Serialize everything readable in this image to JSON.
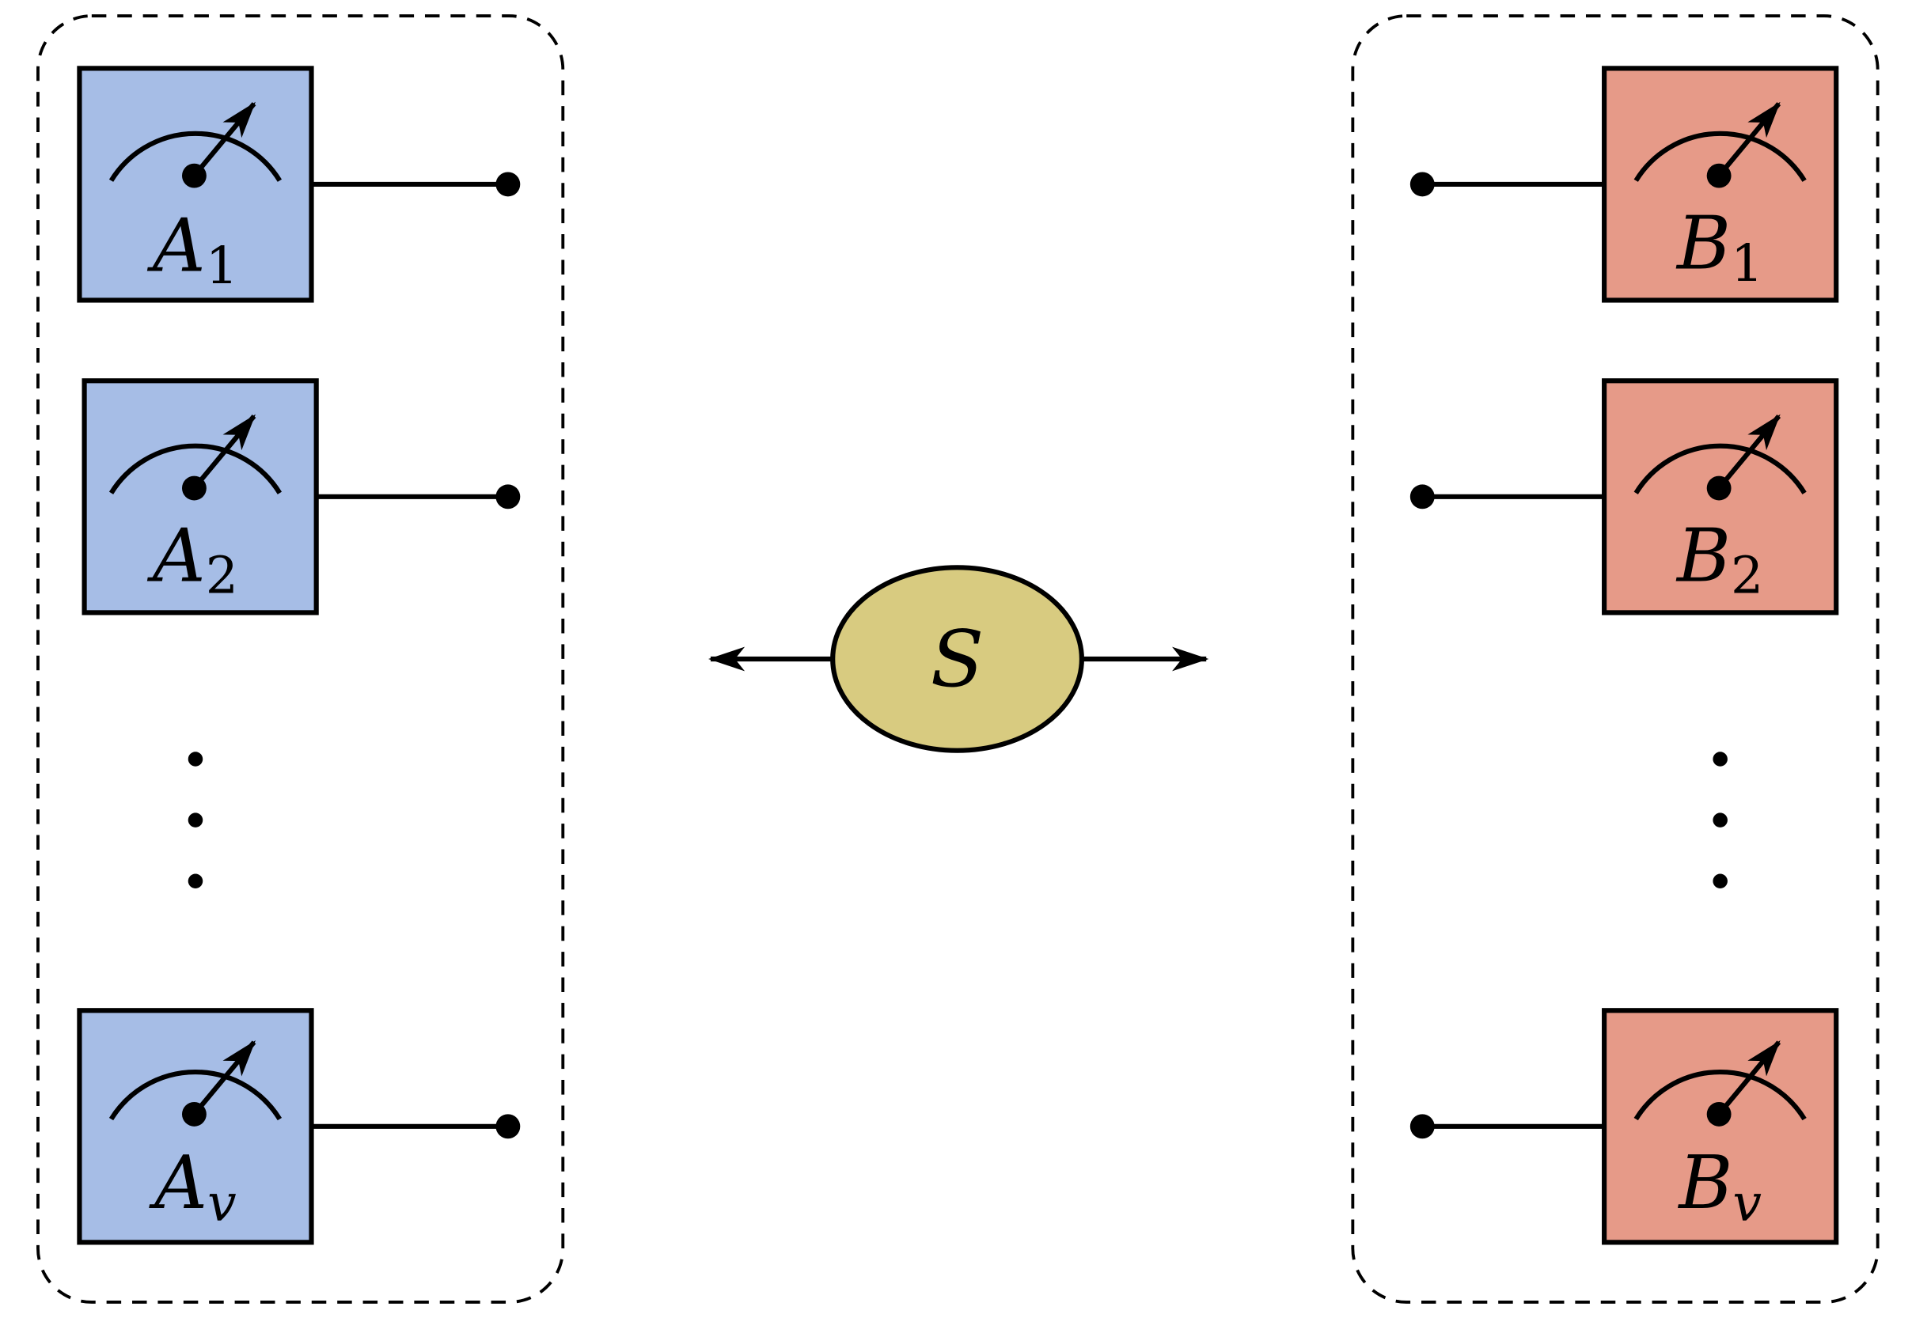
{
  "colors": {
    "party_a_fill": "#a6bde6",
    "party_b_fill": "#e69a88",
    "source_fill": "#d8cb80",
    "stroke": "#000000"
  },
  "icon": "meter-gauge-icon",
  "party_a": {
    "devices": [
      {
        "base": "A",
        "sub": "1"
      },
      {
        "base": "A",
        "sub": "2"
      },
      {
        "base": "A",
        "sub": "v"
      }
    ]
  },
  "party_b": {
    "devices": [
      {
        "base": "B",
        "sub": "1"
      },
      {
        "base": "B",
        "sub": "2"
      },
      {
        "base": "B",
        "sub": "v"
      }
    ]
  },
  "source": {
    "label": "S"
  }
}
